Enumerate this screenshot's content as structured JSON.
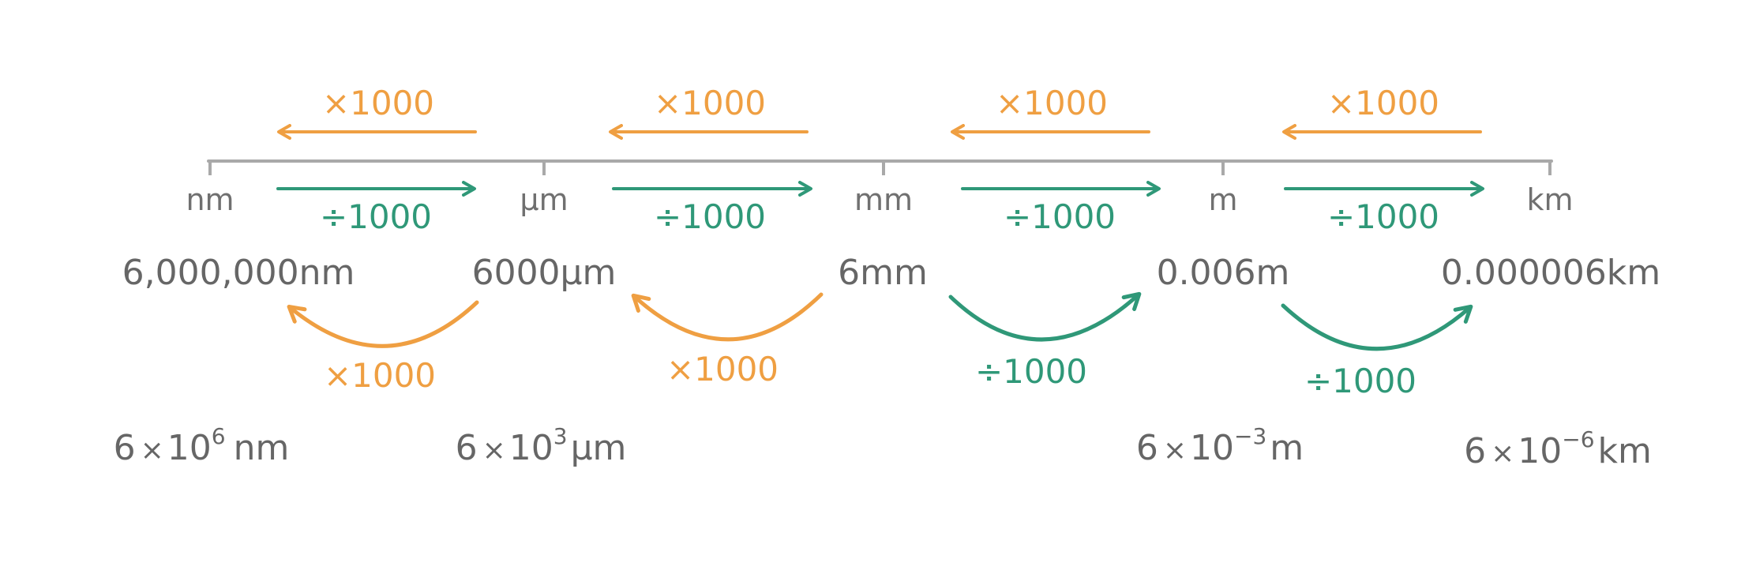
{
  "colors": {
    "orange": "#ef9f42",
    "green": "#2f9878",
    "scale_line": "#a9a9a9",
    "text_gray": "#666666"
  },
  "top_arrows": [
    {
      "label": "×1000",
      "direction": "left"
    },
    {
      "label": "×1000",
      "direction": "left"
    },
    {
      "label": "×1000",
      "direction": "left"
    },
    {
      "label": "×1000",
      "direction": "left"
    }
  ],
  "units": [
    "nm",
    "μm",
    "mm",
    "m",
    "km"
  ],
  "bottom_arrows": [
    {
      "label": "÷1000",
      "direction": "right"
    },
    {
      "label": "÷1000",
      "direction": "right"
    },
    {
      "label": "÷1000",
      "direction": "right"
    },
    {
      "label": "÷1000",
      "direction": "right"
    }
  ],
  "values": [
    "6,000,000nm",
    "6000μm",
    "6mm",
    "0.006m",
    "0.000006km"
  ],
  "curved_arrows": [
    {
      "label": "×1000",
      "color": "orange",
      "from": "6000μm",
      "to": "6,000,000nm"
    },
    {
      "label": "×1000",
      "color": "orange",
      "from": "6mm",
      "to": "6000μm"
    },
    {
      "label": "÷1000",
      "color": "green",
      "from": "6mm",
      "to": "0.006m"
    },
    {
      "label": "÷1000",
      "color": "green",
      "from": "0.006m",
      "to": "0.000006km"
    }
  ],
  "scientific": [
    {
      "coefficient": "6",
      "times": "×",
      "base": "10",
      "exponent": "6",
      "unit": "nm"
    },
    {
      "coefficient": "6",
      "times": "×",
      "base": "10",
      "exponent": "3",
      "unit": "μm"
    },
    {
      "coefficient": "6",
      "times": "×",
      "base": "10",
      "exponent": "−3",
      "unit": "m"
    },
    {
      "coefficient": "6",
      "times": "×",
      "base": "10",
      "exponent": "−6",
      "unit": "km"
    }
  ]
}
